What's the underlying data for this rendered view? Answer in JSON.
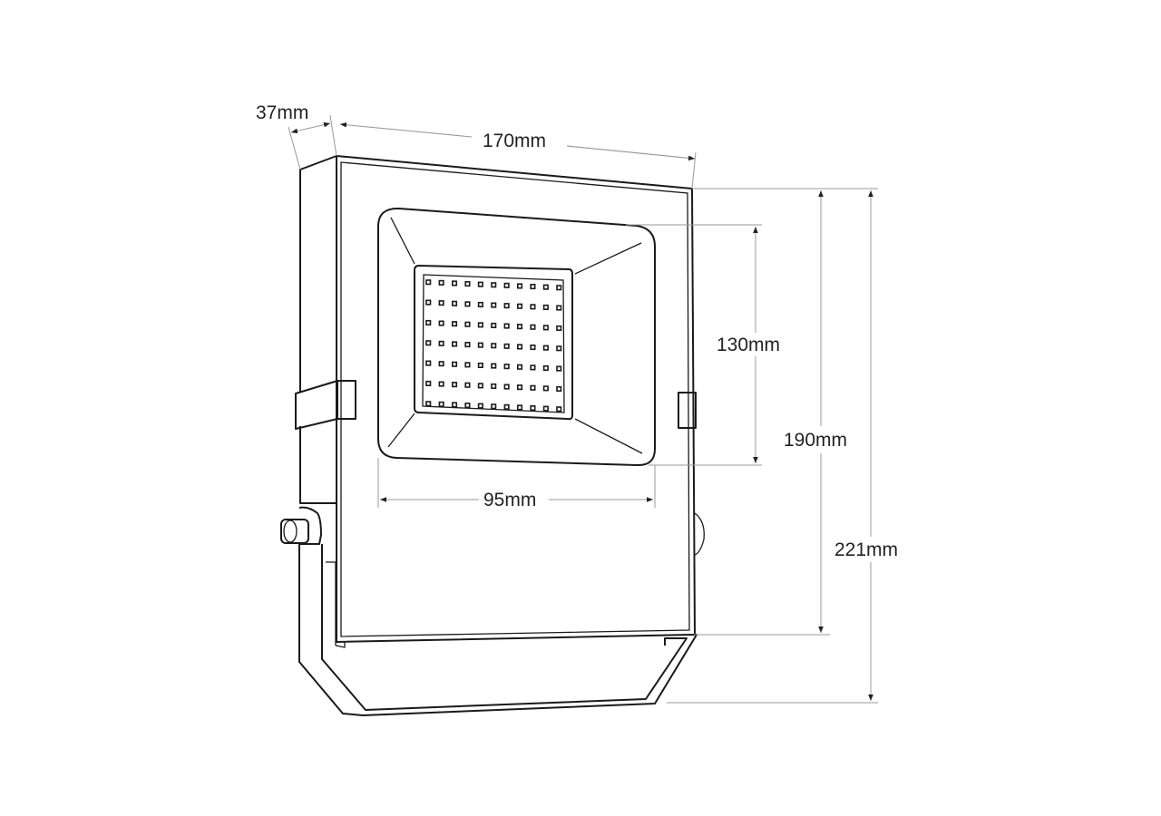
{
  "dimensions": {
    "depth": "37mm",
    "width": "170mm",
    "lens_height": "130mm",
    "body_height": "190mm",
    "total_height": "221mm",
    "lens_width": "95mm"
  },
  "led_grid": {
    "columns": 11,
    "rows": 7
  },
  "colors": {
    "line": "#1a1a1a",
    "dimension_line": "#999999"
  }
}
